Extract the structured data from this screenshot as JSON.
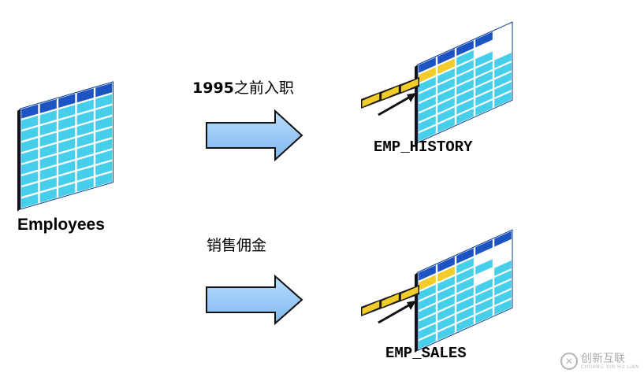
{
  "source": {
    "label": "Employees"
  },
  "conditions": [
    {
      "num": "1995",
      "text": "之前入职"
    },
    {
      "num": "",
      "text": "销售佣金"
    }
  ],
  "targets": [
    {
      "label": "EMP_HISTORY"
    },
    {
      "label": "EMP_SALES"
    }
  ],
  "watermark": {
    "text": "创新互联",
    "sub": "CHUANG XIN HU LIAN",
    "icon": "x-circle-logo"
  },
  "colors": {
    "header": "#1c54c4",
    "cell": "#46cfea",
    "cell_white": "#ffffff",
    "grid": "#ffffff",
    "side": "#101010",
    "row_bar": "#f2cc28",
    "arrow": "#8ec3f5"
  }
}
